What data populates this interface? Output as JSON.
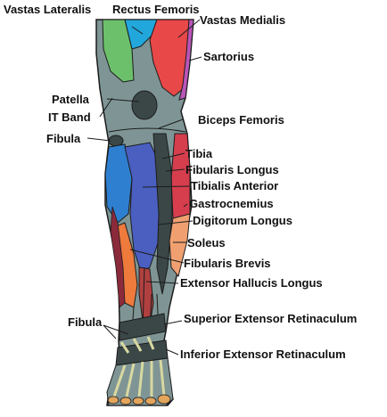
{
  "diagram": {
    "labels": {
      "vastus_lateralis": "Vastas Lateralis",
      "rectus_femoris": "Rectus Femoris",
      "vastus_medialis": "Vastas Medialis",
      "sartorius": "Sartorius",
      "patella": "Patella",
      "it_band": "IT Band",
      "biceps_femoris": "Biceps Femoris",
      "fibula_top": "Fibula",
      "tibia": "Tibia",
      "fibularis_longus": "Fibularis Longus",
      "tibialis_anterior": "Tibialis Anterior",
      "gastrocnemius": "Gastrocnemius",
      "digitorum_longus": "Digitorum Longus",
      "soleus": "Soleus",
      "fibularis_brevis": "Fibularis Brevis",
      "extensor_hallucis_longus": "Extensor Hallucis Longus",
      "fibula_bottom": "Fibula",
      "superior_extensor_retinaculum": "Superior Extensor Retinaculum",
      "inferior_extensor_retinaculum": "Inferior Extensor Retinaculum"
    },
    "colors": {
      "leg_fill": "#7f9595",
      "outline": "#1c1c1c",
      "vastus_lateralis": "#6cc06c",
      "rectus_femoris": "#22a7dc",
      "vastus_medialis": "#e84848",
      "sartorius": "#b855b8",
      "bone_dark": "#3b4747",
      "tibialis_anterior": "#4a5fc0",
      "fibularis_longus": "#2e7fcf",
      "gastrocnemius": "#d63e4e",
      "soleus": "#f0a070",
      "fibularis_brevis": "#ee7a3c",
      "tendon": "#d8d8a0",
      "toenail": "#e3a45c"
    }
  }
}
